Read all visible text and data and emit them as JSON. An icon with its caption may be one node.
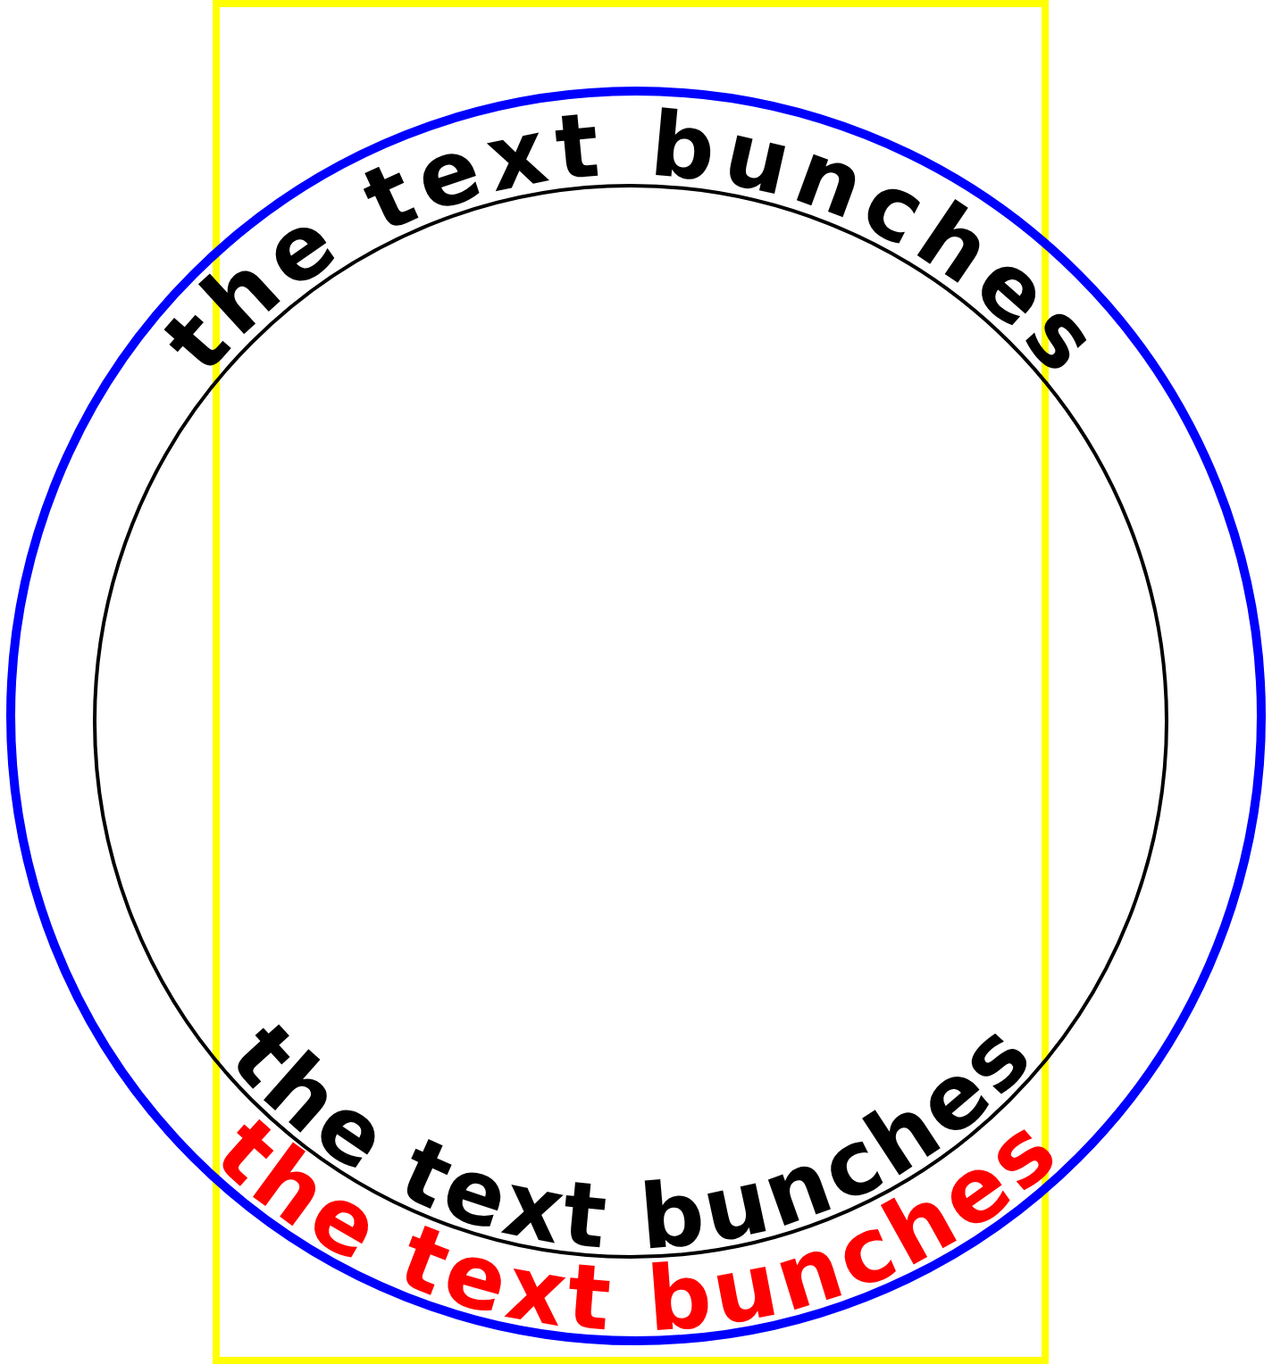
{
  "diagram": {
    "nodes": [
      {
        "text": [],
        "shape": "circle"
      },
      {
        "text": [
          "the text bunches",
          "the text bunches"
        ],
        "in": 0
      }
    ],
    "labels": [
      "the text bunches"
    ]
  }
}
